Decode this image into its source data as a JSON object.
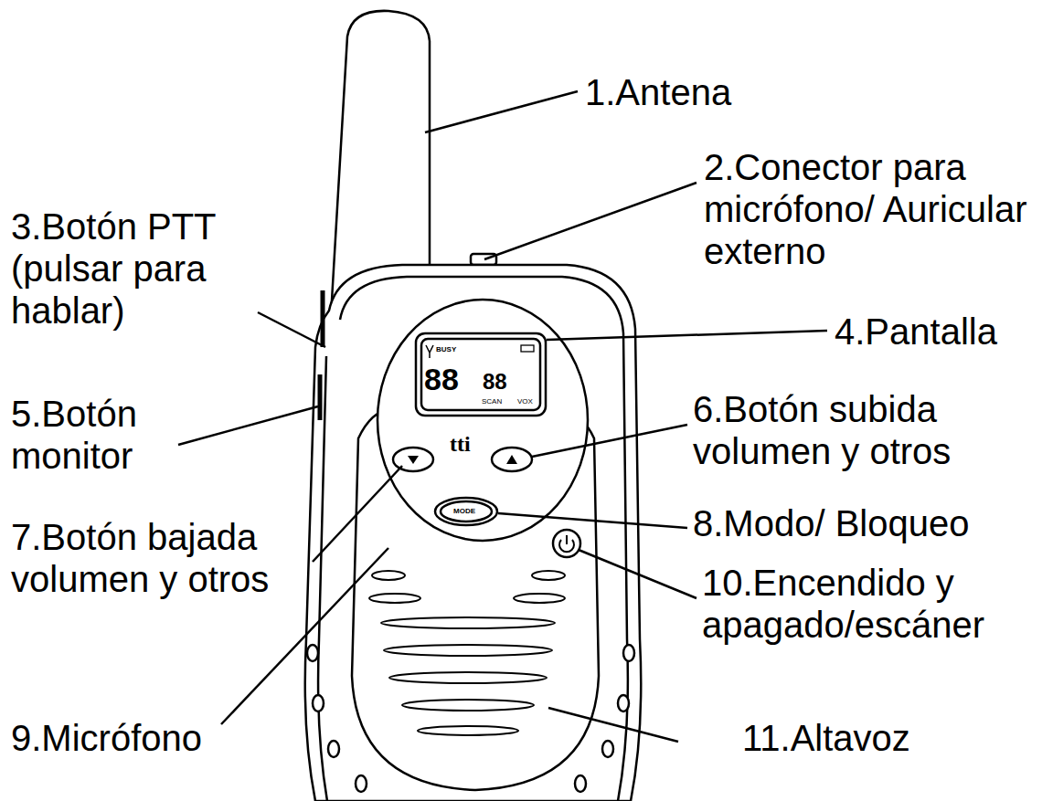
{
  "diagram": {
    "labels": [
      "1.Antena",
      "2.Conector para micrófono/ Auricular externo",
      "3.Botón PTT (pulsar para hablar)",
      "4.Pantalla",
      "5.Botón monitor",
      "6.Botón subida volumen y otros",
      "7.Botón bajada volumen y otros",
      "8.Modo/ Bloqueo",
      "9.Micrófono",
      "10.Encendido y apagado/escáner",
      "11.Altavoz",
      "BUSY",
      "88",
      "88",
      "SCAN",
      "VOX",
      "tti",
      "MODE"
    ]
  }
}
